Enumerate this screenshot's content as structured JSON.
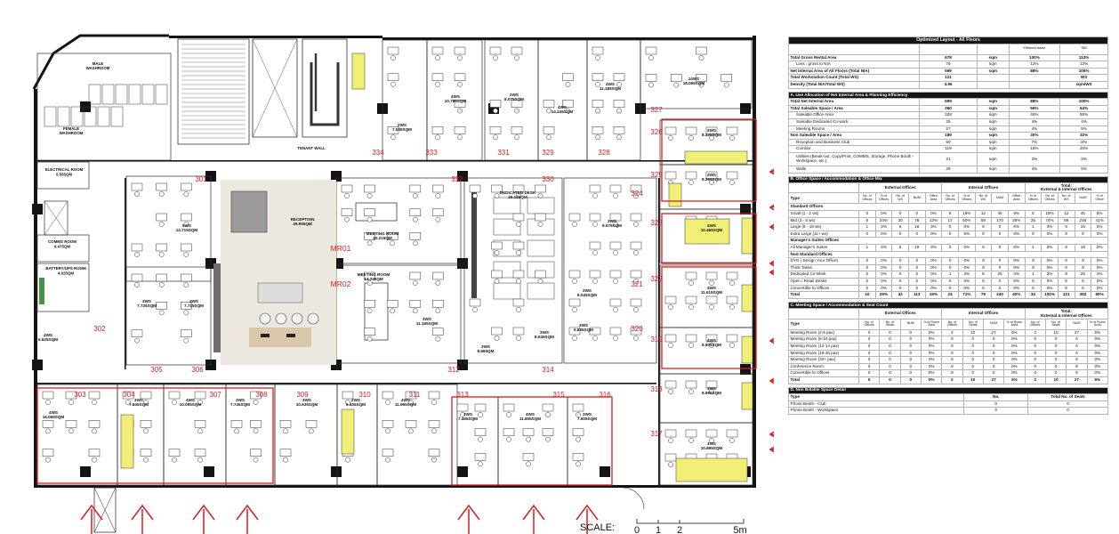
{
  "floor_plan": {
    "room_numbers": [
      "301",
      "302",
      "303",
      "304",
      "305",
      "306",
      "307",
      "308",
      "309",
      "310",
      "311",
      "312",
      "313",
      "314",
      "315",
      "316",
      "317",
      "318",
      "319",
      "320",
      "321",
      "322",
      "323",
      "324",
      "325",
      "326",
      "327",
      "328",
      "329",
      "330",
      "331",
      "332",
      "333",
      "334",
      "MR01",
      "MR02"
    ],
    "room_labels": {
      "r301": "5WS\n14.715SQM",
      "r302": "4WS\n6.625SQM",
      "r303": "4WS\n16.065SQM",
      "r304": "3WS\n7.845SQM",
      "r305": "3WS\n7.735SQM",
      "r306": "3WS\n7.715SQM",
      "r307": "4WS\n10.095SQM",
      "r308": "3WS\n7.745SQM",
      "r309": "3WS\n10.635SQM",
      "r310": "2WS\n6.405SQM",
      "r311": "4WS\n11.965SQM",
      "r312": "3WS\n11.195SQM",
      "r313": "3WS\n7.465SQM",
      "r314": "3WS\n8.045SQM",
      "r315": "4WS\n11.805SQM",
      "r316": "3WS\n7.605SQM",
      "r317": "3WS\n10.895SQM",
      "r318": "3WS\n8.995SQM",
      "r319": "4WS\n8.905SQM",
      "r320": "3WS\n6.835SQM",
      "r321": "3WS\n8.045SQM",
      "r322": "4WS\n11.615SQM",
      "r323": "4WS\n10.465SQM",
      "r324": "3WS\n9.675SQM",
      "r325": "3WS\n8.355SQM",
      "r326": "3WS\n8.335SQM",
      "r327": "14WS\n18.065SQM",
      "r328": "4WS\n11.185SQM",
      "r329": "4WS\n14.245SQM",
      "r331": "2WS\n8.075SQM",
      "r333": "4WS\n10.785SQM",
      "r334": "2WS\n7.535SQM",
      "r330": "DEDICATED DESK\n25.135QM",
      "reception": "RECEPTION\n49.955QM",
      "mr01": "MEETING ROOM\n10.215QM",
      "mr02": "MEETING ROOM\n14.745QM",
      "r312b": "3WS\n8.665QM"
    },
    "core_labels": {
      "male_washroom": "MALE\nWASHROOM",
      "female_washroom": "FEMALE\nWASHROOM",
      "electrical_room": "ELECTRICAL ROOM\n5.555QM",
      "comms_room": "COMMS ROOM\n6.475QM",
      "battery_room": "BATTERY/UPS ROOM\n4.025QM",
      "tenant_wall": "TENANT WALL"
    },
    "scale": {
      "label": "SCALE:",
      "ticks": [
        "0",
        "1",
        "2",
        "5m"
      ]
    }
  },
  "schedule": {
    "title": "Optimized Layout - All Floors",
    "summary_head": [
      "",
      "",
      "",
      "Efficient/Usable",
      "TBD"
    ],
    "summary": [
      {
        "label": "Total Gross Rental Area",
        "value": "678",
        "unit": "sqm",
        "p1": "100%",
        "p2": "113%",
        "bold": true
      },
      {
        "label": "Loss : gross to NIA",
        "value": "79",
        "unit": "sqm",
        "p1": "12%",
        "p2": "13%",
        "bold": false,
        "indent": true
      },
      {
        "label": "Net Internal Area of All Floors (Total NIA)",
        "value": "599",
        "unit": "sqm",
        "p1": "88%",
        "p2": "100%",
        "bold": true
      },
      {
        "label": "Total Workstation Count (Total WS)",
        "value": "121",
        "unit": "",
        "p1": "",
        "p2": "WS",
        "bold": true
      },
      {
        "label": "Density (Total NIA/Total WS)",
        "value": "4.95",
        "unit": "",
        "p1": "",
        "p2": "sqm/WS",
        "bold": true
      }
    ],
    "sectionA": {
      "title": "A. Use Allocation of Net Internal Area & Planning Efficiency",
      "rows": [
        {
          "label": "Total Net Internal Area",
          "value": "599",
          "unit": "sqm",
          "p1": "88%",
          "p2": "100%",
          "bold": true
        },
        {
          "label": "Total Saleable Space / Area",
          "value": "360",
          "unit": "sqm",
          "p1": "56%",
          "p2": "64%",
          "bold": true
        },
        {
          "label": "Saleable Office Area",
          "value": "328",
          "unit": "sqm",
          "p1": "46%",
          "p2": "55%",
          "indent": true
        },
        {
          "label": "Saleable Dedicated Co-work",
          "value": "25",
          "unit": "sqm",
          "p1": "4%",
          "p2": "4%",
          "indent": true
        },
        {
          "label": "Meeting Rooms",
          "value": "27",
          "unit": "sqm",
          "p1": "4%",
          "p2": "5%",
          "indent": true
        },
        {
          "label": "Non Saleable Space / Area",
          "value": "189",
          "unit": "sqm",
          "p1": "30%",
          "p2": "32%",
          "bold": true
        },
        {
          "label": "Reception and Business Club",
          "value": "50",
          "unit": "sqm",
          "p1": "7%",
          "p2": "8%",
          "indent": true
        },
        {
          "label": "Corridor",
          "value": "119",
          "unit": "sqm",
          "p1": "18%",
          "p2": "20%",
          "indent": true
        },
        {
          "label": "Utilities (Break-out, Copy/Print, COMMS, Storage, Phone Booth - Workspace, etc.)",
          "value": "21",
          "unit": "sqm",
          "p1": "3%",
          "p2": "3%",
          "indent": true,
          "tall": true
        },
        {
          "label": "Walls",
          "value": "29",
          "unit": "sqm",
          "p1": "4%",
          "p2": "5%",
          "indent": true
        }
      ]
    },
    "sectionB": {
      "title": "B. Office Space / Accommodation & Office Mix",
      "groups": [
        "External Offices",
        "Internal Offices",
        "Total:\nExternal & Internal Offices"
      ],
      "type_label": "Type",
      "subheads": [
        "No. of Offices",
        "% of Offices",
        "No. of WS",
        "NUM",
        "Office Area",
        "No. of Offices",
        "% of Offices",
        "No. of WS",
        "NUM",
        "Office Area",
        "% of Offices",
        "No. of Offices",
        "No. of WS",
        "NUM",
        "% of Office"
      ],
      "rows": [
        {
          "type": "group",
          "label": "Standard Offices"
        },
        {
          "label": "Small (1 - 2 ws)",
          "cells": [
            "0",
            "0%",
            "0",
            "0",
            "0%",
            "6",
            "18%",
            "12",
            "45",
            "8%",
            "6",
            "18%",
            "12",
            "45",
            "8%"
          ]
        },
        {
          "label": "Mid (3 - 5 ws)",
          "cells": [
            "8",
            "24%",
            "30",
            "78",
            "13%",
            "17",
            "50%",
            "59",
            "170",
            "28%",
            "25",
            "74%",
            "89",
            "248",
            "41%"
          ]
        },
        {
          "label": "Large (6 - 10 ws)",
          "cells": [
            "1",
            "3%",
            "6",
            "16",
            "3%",
            "0",
            "0%",
            "0",
            "0",
            "0%",
            "1",
            "3%",
            "6",
            "16",
            "3%"
          ]
        },
        {
          "label": "Extra Large (11+ ws)",
          "cells": [
            "0",
            "0%",
            "0",
            "0",
            "0%",
            "0",
            "0%",
            "0",
            "0",
            "0%",
            "0",
            "0%",
            "0",
            "0",
            "0%"
          ]
        },
        {
          "type": "group",
          "label": "Manager's Suites Offices"
        },
        {
          "label": "All Manager's Suites",
          "cells": [
            "1",
            "3%",
            "6",
            "19",
            "3%",
            "0",
            "0%",
            "0",
            "0",
            "0%",
            "1",
            "3%",
            "6",
            "19",
            "3%"
          ]
        },
        {
          "type": "group",
          "label": "Non-Standard Offices"
        },
        {
          "label": "DYO ( Design Your Office)",
          "cells": [
            "0",
            "0%",
            "0",
            "0",
            "0%",
            "0",
            "0%",
            "0",
            "0",
            "0%",
            "0",
            "0%",
            "0",
            "0",
            "0%"
          ]
        },
        {
          "label": "Think Tanks",
          "cells": [
            "0",
            "0%",
            "0",
            "0",
            "0%",
            "0",
            "0%",
            "0",
            "0",
            "0%",
            "0",
            "0%",
            "0",
            "0",
            "0%"
          ]
        },
        {
          "label": "Dedicated Co-Work",
          "cells": [
            "0",
            "0%",
            "0",
            "0",
            "0%",
            "1",
            "3%",
            "8",
            "25",
            "4%",
            "1",
            "3%",
            "8",
            "25",
            "4%"
          ]
        },
        {
          "label": "Open / Retail Desks",
          "cells": [
            "0",
            "0%",
            "0",
            "0",
            "0%",
            "0",
            "0%",
            "0",
            "0",
            "0%",
            "0",
            "0%",
            "0",
            "0",
            "0%"
          ]
        },
        {
          "label": "Convertible to Offices",
          "cells": [
            "0",
            "0%",
            "0",
            "0",
            "0%",
            "0",
            "0%",
            "0",
            "0",
            "0%",
            "0",
            "0%",
            "0",
            "0",
            "0%"
          ]
        },
        {
          "type": "total",
          "label": "Total",
          "cells": [
            "10",
            "29%",
            "42",
            "113",
            "19%",
            "24",
            "71%",
            "79",
            "240",
            "40%",
            "34",
            "100%",
            "121",
            "353",
            "59%"
          ]
        }
      ]
    },
    "sectionC": {
      "title": "C. Meeting Space / Accommodation & Seat Count",
      "groups": [
        "External Offices",
        "Internal Offices",
        "Total:\nExternal & Internal Offices"
      ],
      "type_label": "Type",
      "subheads": [
        "No. of Offices",
        "No. of Seats",
        "NUM",
        "% of Room Area",
        "No. of Offices",
        "No. of Seats",
        "NUM",
        "% of Room Area",
        "No. of Offices",
        "No. of Seats",
        "NUM",
        "% of Room Area"
      ],
      "rows": [
        {
          "label": "Meeting Room (2-6 pax)",
          "cells": [
            "0",
            "0",
            "0",
            "0%",
            "2",
            "10",
            "27",
            "5%",
            "2",
            "10",
            "27",
            "5%"
          ]
        },
        {
          "label": "Meeting Room (6-10 pax)",
          "cells": [
            "0",
            "0",
            "0",
            "0%",
            "0",
            "0",
            "0",
            "0%",
            "0",
            "0",
            "0",
            "0%"
          ]
        },
        {
          "label": "Meeting Room (12-14 pax)",
          "cells": [
            "0",
            "0",
            "0",
            "0%",
            "0",
            "0",
            "0",
            "0%",
            "0",
            "0",
            "0",
            "0%"
          ]
        },
        {
          "label": "Meeting Room (16-30 pax)",
          "cells": [
            "0",
            "0",
            "0",
            "0%",
            "0",
            "0",
            "0",
            "0%",
            "0",
            "0",
            "0",
            "0%"
          ]
        },
        {
          "label": "Meeting Room (32+ pax)",
          "cells": [
            "0",
            "0",
            "0",
            "0%",
            "0",
            "0",
            "0",
            "0%",
            "0",
            "0",
            "0",
            "0%"
          ]
        },
        {
          "label": "Conference Room",
          "cells": [
            "0",
            "0",
            "0",
            "0%",
            "0",
            "0",
            "0",
            "0%",
            "0",
            "0",
            "0",
            "0%"
          ]
        },
        {
          "label": "Convertible to Offices",
          "cells": [
            "0",
            "0",
            "0",
            "0%",
            "0",
            "0",
            "0",
            "0%",
            "0",
            "0",
            "0",
            "0%"
          ]
        },
        {
          "type": "total",
          "label": "Total",
          "cells": [
            "0",
            "0",
            "0",
            "0%",
            "2",
            "10",
            "27",
            "5%",
            "2",
            "10",
            "27",
            "5%"
          ]
        }
      ]
    },
    "sectionD": {
      "title": "D. Non Billable Space Detail",
      "head": [
        "Type",
        "No.",
        "Total No. of Seats"
      ],
      "rows": [
        [
          "Phone Booth - Club",
          "0",
          "0"
        ],
        [
          "Phone Booth - Workspace",
          "0",
          "0"
        ]
      ]
    }
  },
  "colors": {
    "markup_red": "#d21f1f",
    "furniture_yellow": "#f2ef78",
    "reception_beige": "#ece8df",
    "dark_panel": "#151515",
    "wall": "#141414"
  }
}
